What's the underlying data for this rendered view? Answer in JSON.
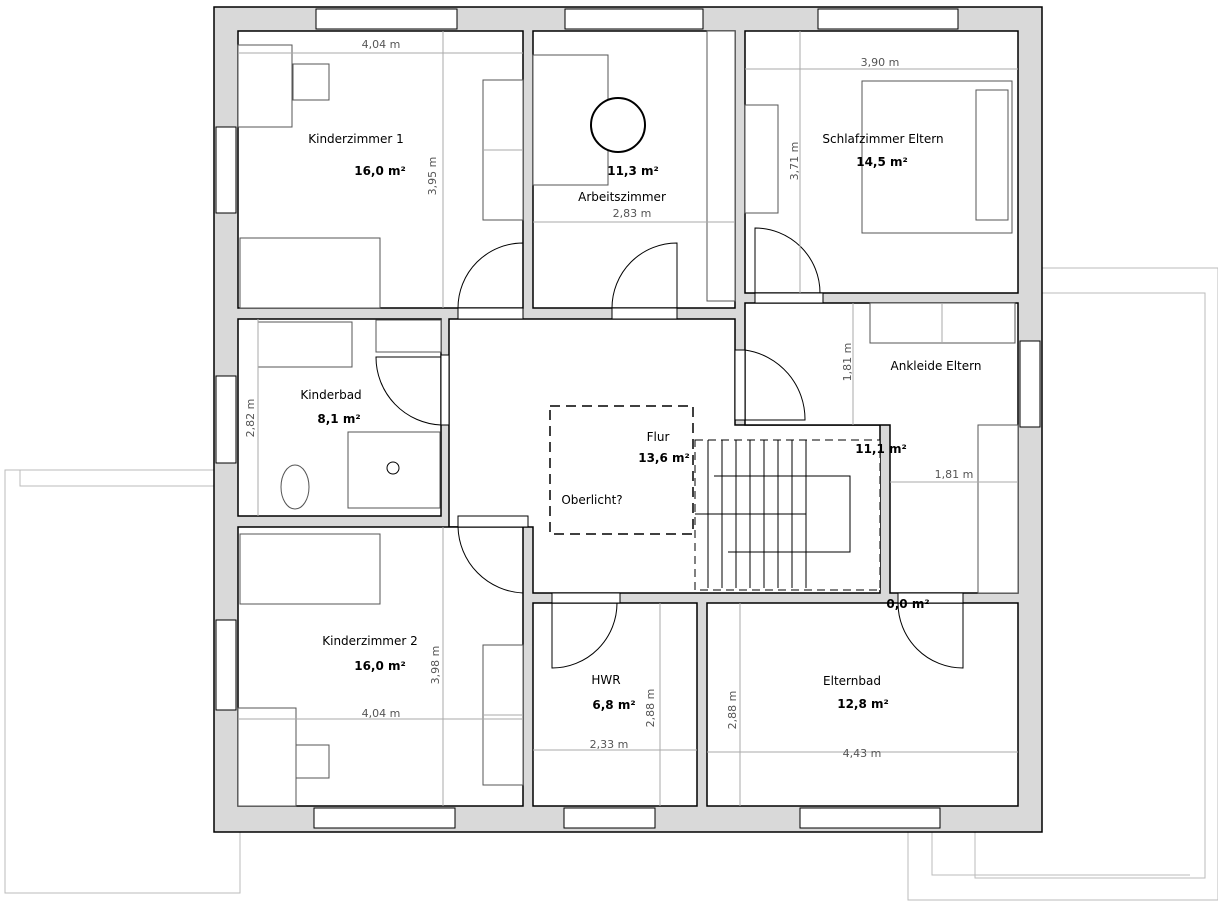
{
  "rooms": {
    "kinderzimmer1": {
      "name": "Kinderzimmer 1",
      "area": "16,0 m²"
    },
    "arbeitszimmer": {
      "name": "Arbeitszimmer",
      "area": "11,3 m²"
    },
    "schlafzimmer": {
      "name": "Schlafzimmer Eltern",
      "area": "14,5 m²"
    },
    "kinderbad": {
      "name": "Kinderbad",
      "area": "8,1 m²"
    },
    "flur": {
      "name": "Flur",
      "area": "13,6 m²",
      "note": "Oberlicht?"
    },
    "ankleide": {
      "name": "Ankleide Eltern",
      "area": "11,1 m²"
    },
    "kinderzimmer2": {
      "name": "Kinderzimmer 2",
      "area": "16,0 m²"
    },
    "hwr": {
      "name": "HWR",
      "area": "6,8 m²"
    },
    "elternbad": {
      "name": "Elternbad",
      "area": "12,8 m²"
    },
    "unnamed": {
      "area": "0,0 m²"
    }
  },
  "dimensions": {
    "kz1_w": "4,04 m",
    "kz1_h": "3,95 m",
    "az_w": "2,83 m",
    "sz_w": "3,90 m",
    "sz_h": "3,71 m",
    "kb_h": "2,82 m",
    "ank_h": "1,81 m",
    "ank_w": "1,81 m",
    "kz2_w": "4,04 m",
    "kz2_h": "3,98 m",
    "hwr_w": "2,33 m",
    "hwr_h": "2,88 m",
    "eb_w": "4,43 m",
    "eb_h": "2,88 m"
  },
  "colors": {
    "wall": "#d9d9d9",
    "line": "#000000",
    "dimension": "#555555"
  }
}
